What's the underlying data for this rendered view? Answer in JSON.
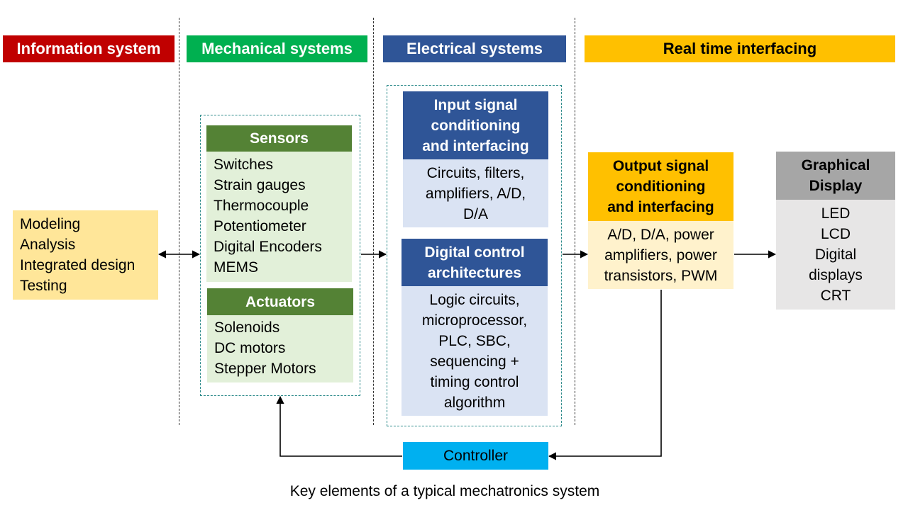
{
  "headers": {
    "info": "Information system",
    "mech": "Mechanical systems",
    "elec": "Electrical systems",
    "realtime": "Real time interfacing"
  },
  "info_box": [
    "Modeling",
    "Analysis",
    "Integrated design",
    "Testing"
  ],
  "sensors": {
    "title": "Sensors",
    "items": [
      "Switches",
      "Strain gauges",
      "Thermocouple",
      "Potentiometer",
      "Digital Encoders",
      "MEMS"
    ]
  },
  "actuators": {
    "title": "Actuators",
    "items": [
      "Solenoids",
      "DC motors",
      "Stepper Motors"
    ]
  },
  "input_signal": {
    "title": [
      "Input signal",
      "conditioning",
      "and interfacing"
    ],
    "body": [
      "Circuits, filters,",
      "amplifiers, A/D,",
      "D/A"
    ]
  },
  "digital_control": {
    "title": [
      "Digital control",
      "architectures"
    ],
    "body": [
      "Logic circuits,",
      "microprocessor,",
      "PLC, SBC,",
      "sequencing +",
      "timing control",
      "algorithm"
    ]
  },
  "output_signal": {
    "title": [
      "Output signal",
      "conditioning",
      "and interfacing"
    ],
    "body": [
      "A/D, D/A, power",
      "amplifiers, power",
      "transistors, PWM"
    ]
  },
  "graphical_display": {
    "title": [
      "Graphical",
      "Display"
    ],
    "body": [
      "LED",
      "LCD",
      "Digital",
      "displays",
      "CRT"
    ]
  },
  "controller": "Controller",
  "caption": "Key elements of a typical mechatronics system",
  "colors": {
    "info_red": "#c00000",
    "mech_green": "#00b050",
    "elec_blue": "#2f5597",
    "realtime_gold": "#ffc000",
    "info_fill": "#ffe699",
    "sensor_title": "#548235",
    "sensor_fill": "#e2f0d9",
    "elec_fill": "#dae3f3",
    "output_fill": "#fff2cc",
    "display_title": "#a6a6a6",
    "display_fill": "#e7e6e6",
    "controller": "#00b0f0",
    "dashed_teal": "#2e8b8b"
  }
}
